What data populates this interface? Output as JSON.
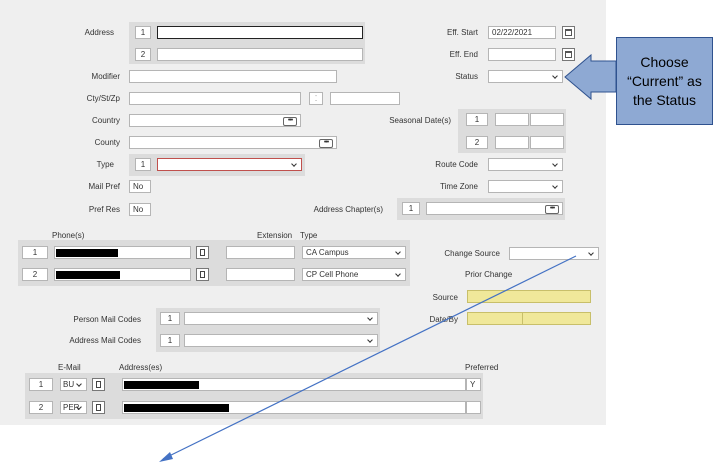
{
  "labels": {
    "address": "Address",
    "modifier": "Modifier",
    "city_state_zip": "Cty/St/Zp",
    "country": "Country",
    "county": "County",
    "type": "Type",
    "mail_pref": "Mail Pref",
    "pref_res": "Pref Res",
    "eff_start": "Eff. Start",
    "eff_end": "Eff. End",
    "status": "Status",
    "seasonal_dates": "Seasonal Date(s)",
    "route_code": "Route Code",
    "time_zone": "Time Zone",
    "address_chapters": "Address Chapter(s)",
    "phones": "Phone(s)",
    "extension": "Extension",
    "phone_type": "Type",
    "change_source": "Change Source",
    "prior_change": "Prior Change",
    "source": "Source",
    "date_by": "Date/By",
    "person_mail_codes": "Person Mail Codes",
    "address_mail_codes": "Address Mail Codes",
    "email": "E-Mail",
    "email_addresses": "Address(es)",
    "preferred": "Preferred"
  },
  "form": {
    "address_line1_num": "1",
    "address_line2_num": "2",
    "type_num": "1",
    "mail_pref_value": "No",
    "pref_res_value": "No",
    "eff_start_value": "02/22/2021",
    "seasonal_1_num": "1",
    "seasonal_2_num": "2",
    "chapter_num": "1",
    "person_mail_code_num": "1",
    "address_mail_code_num": "1",
    "dots_glyph": "•••",
    "state_glyph": "⁚"
  },
  "phones": [
    {
      "num": "1",
      "type": "CA Campus"
    },
    {
      "num": "2",
      "type": "CP Cell Phone"
    }
  ],
  "emails": [
    {
      "num": "1",
      "type": "BU",
      "preferred": "Y"
    },
    {
      "num": "2",
      "type": "PER",
      "preferred": ""
    }
  ],
  "callout": {
    "text": "Choose “Current” as the Status",
    "fill_color": "#8ea9d3",
    "arrow_color": "#4472c4"
  }
}
